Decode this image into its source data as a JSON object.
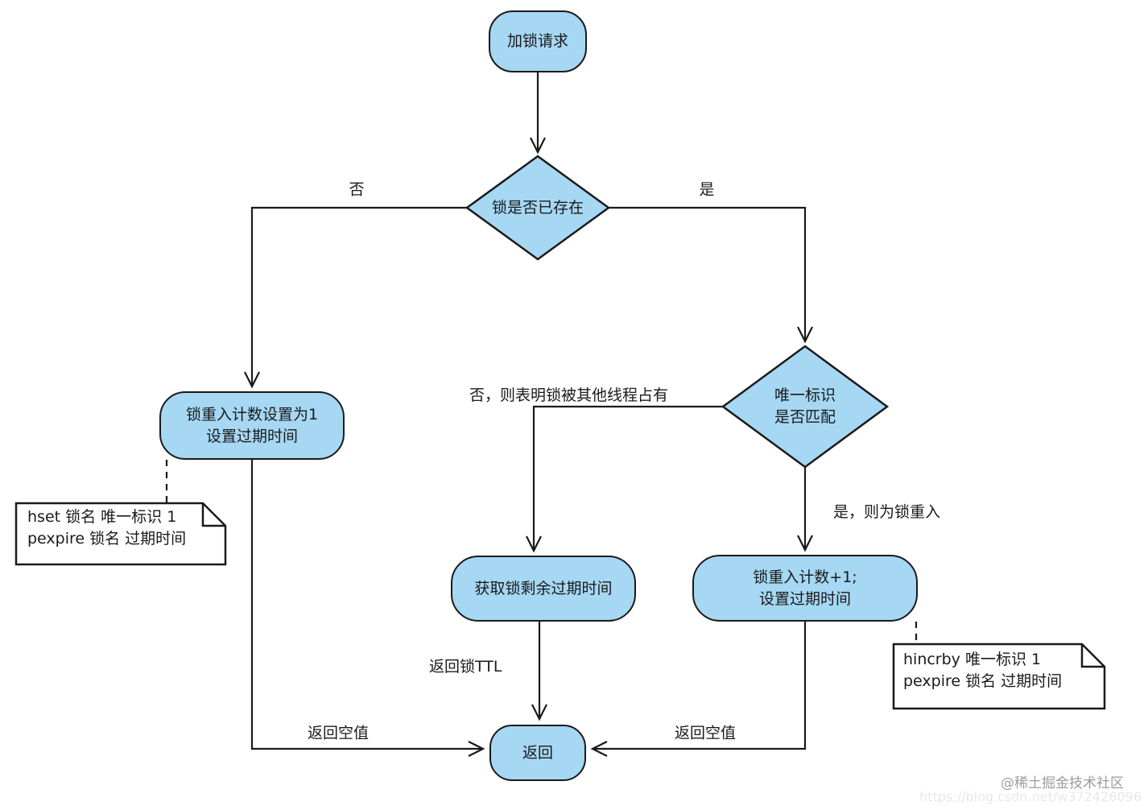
{
  "colors": {
    "node_fill": "#A6D7F3",
    "stroke": "#1a1a1a",
    "note_fill": "#ffffff",
    "background": "#ffffff",
    "watermark_text": "#9b9b9b",
    "watermark_url": "#e8e8e8"
  },
  "nodes": {
    "start": {
      "label": "加锁请求"
    },
    "lock_exists_decision": {
      "label": "锁是否已存在"
    },
    "set_reentrant_count": {
      "line1": "锁重入计数设置为1",
      "line2": "设置过期时间"
    },
    "identifier_match_decision": {
      "line1": "唯一标识",
      "line2": "是否匹配"
    },
    "get_remaining_ttl": {
      "label": "获取锁剩余过期时间"
    },
    "increment_count": {
      "line1": "锁重入计数+1;",
      "line2": "设置过期时间"
    },
    "return_node": {
      "label": "返回"
    }
  },
  "notes": {
    "hset_note": {
      "line1": "hset 锁名 唯一标识 1",
      "line2": "pexpire 锁名 过期时间"
    },
    "hincrby_note": {
      "line1": "hincrby 唯一标识 1",
      "line2": "pexpire 锁名 过期时间"
    }
  },
  "edge_labels": {
    "no": "否",
    "yes": "是",
    "no_other_thread": "否，则表明锁被其他线程占有",
    "yes_reentrant": "是，则为锁重入",
    "return_lock_ttl": "返回锁TTL",
    "return_empty_left": "返回空值",
    "return_empty_right": "返回空值"
  },
  "watermark": {
    "community": "@稀土掘金技术社区",
    "url": "https://blog.csdn.net/w372426096"
  }
}
